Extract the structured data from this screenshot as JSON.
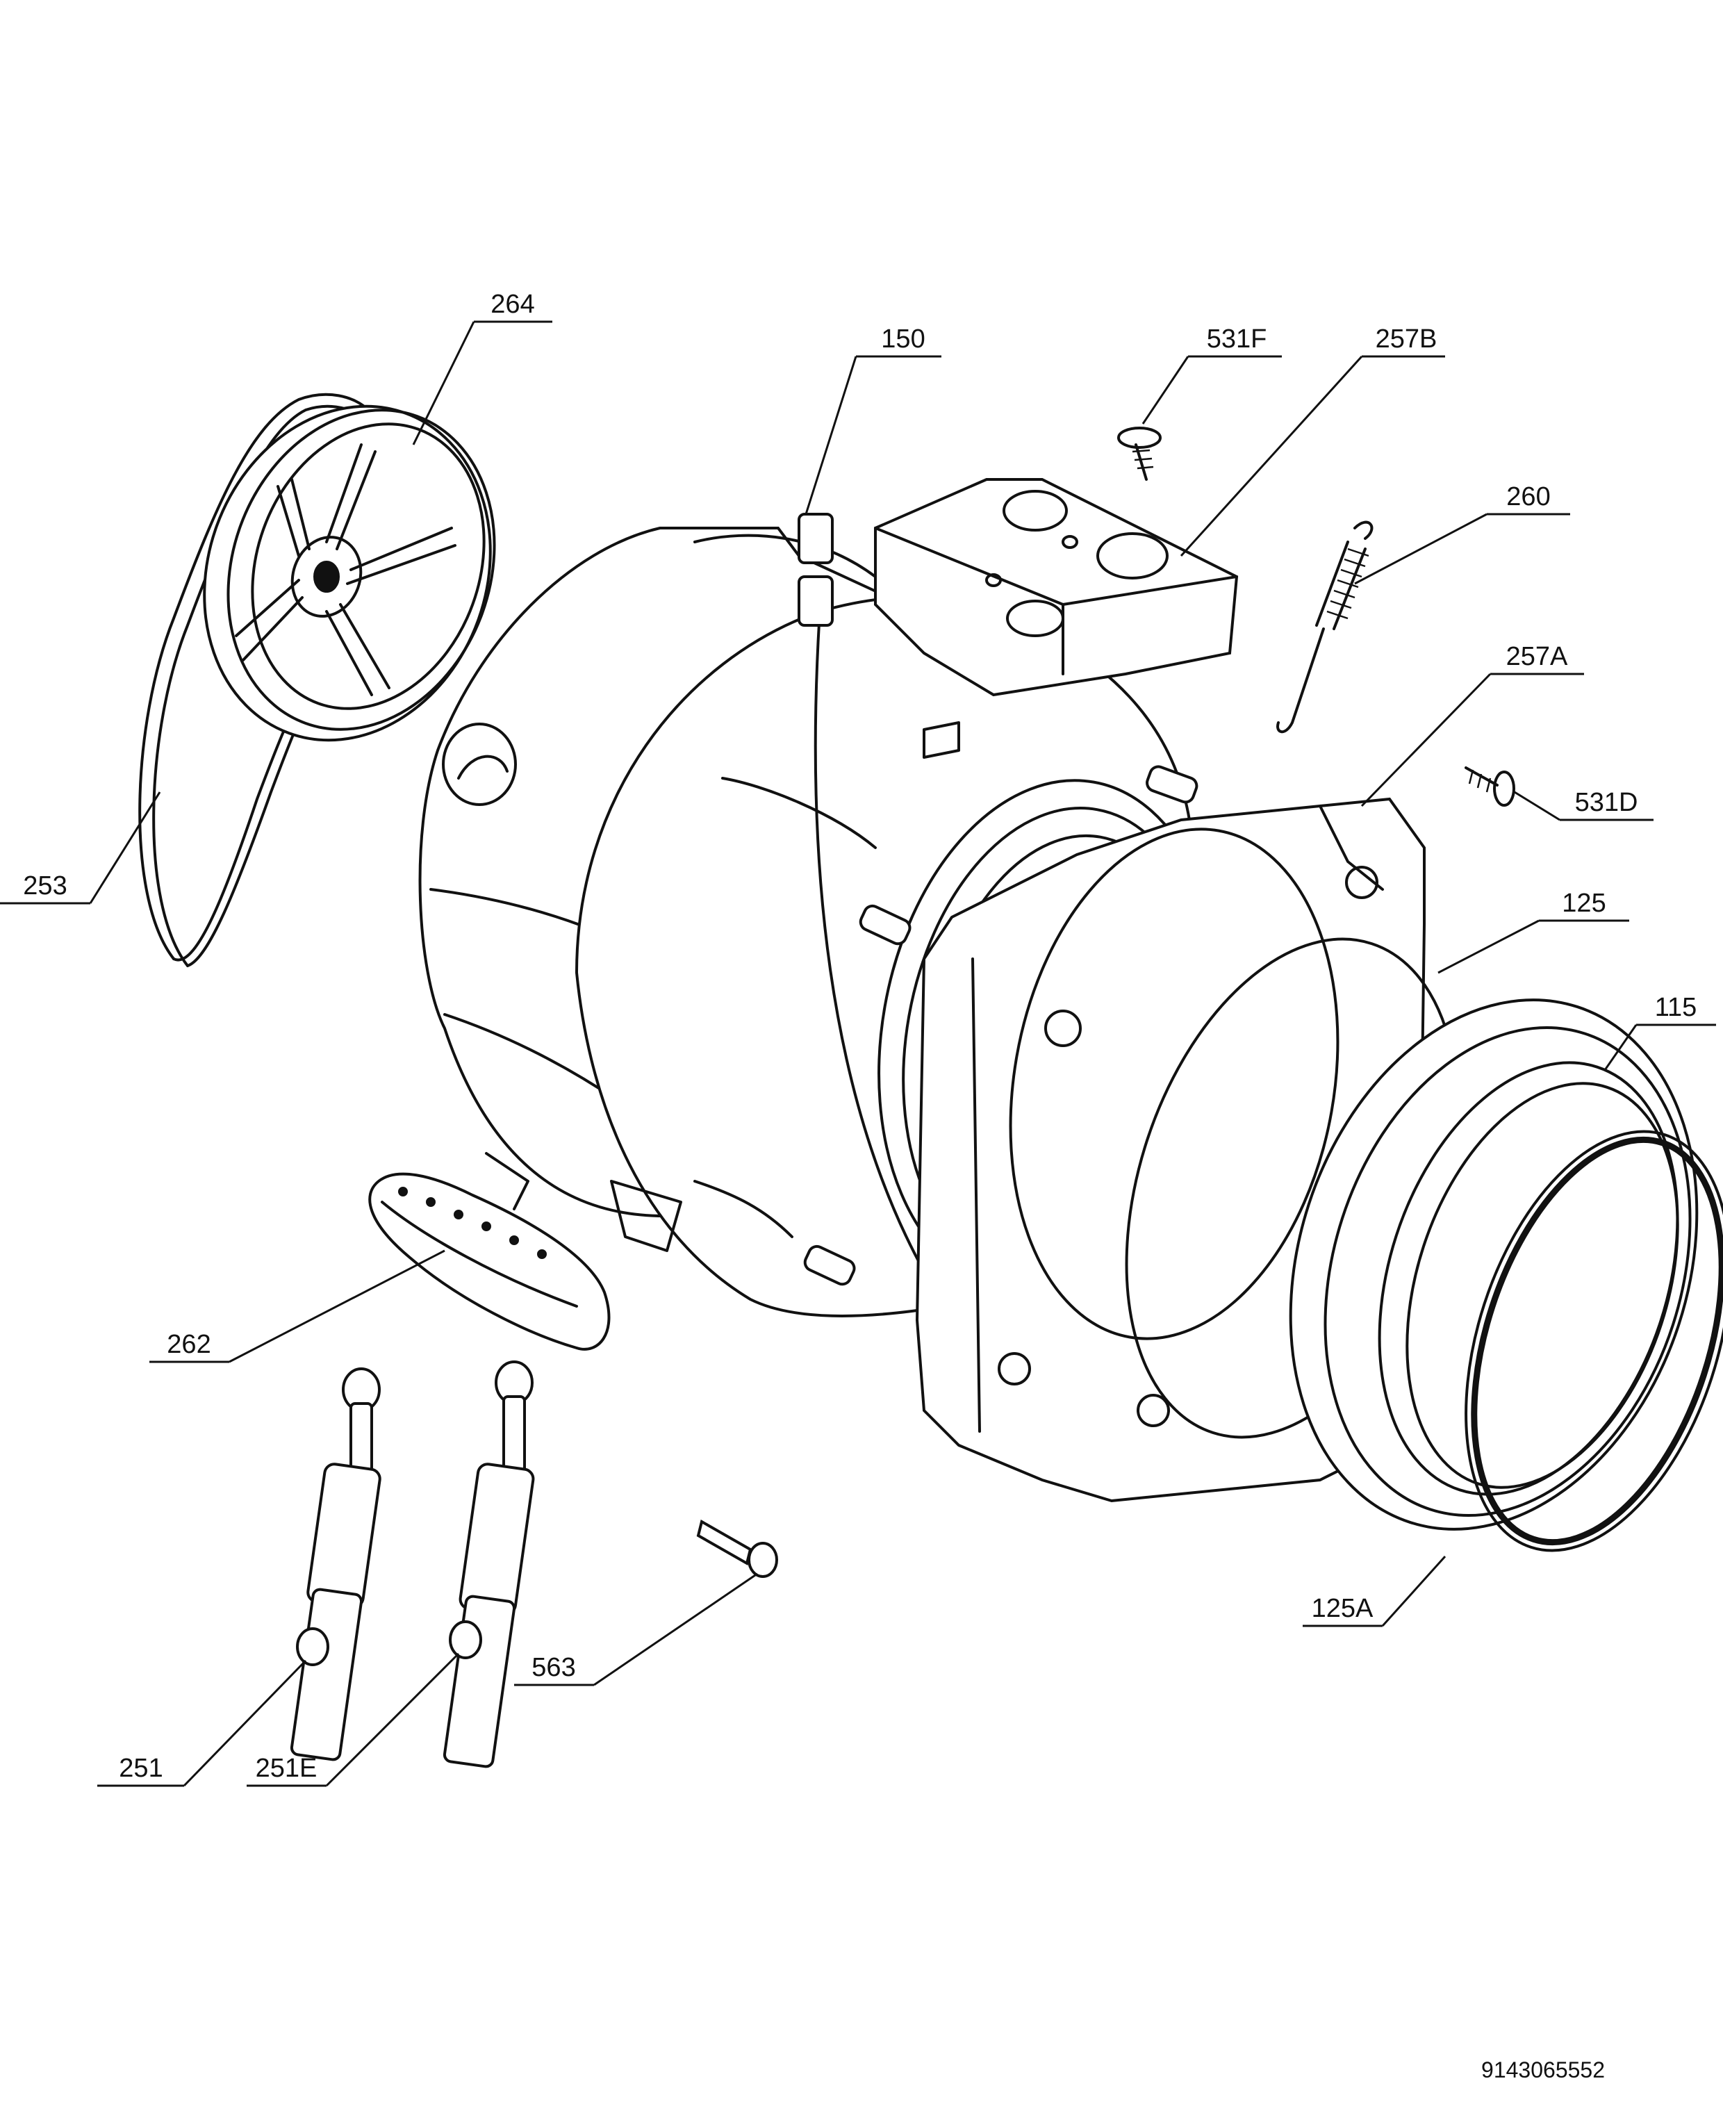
{
  "labels": {
    "p264": "264",
    "p150": "150",
    "p531F": "531F",
    "p257B": "257B",
    "p260": "260",
    "p257A": "257A",
    "p531D": "531D",
    "p125": "125",
    "p115": "115",
    "p253": "253",
    "p262": "262",
    "p125A": "125A",
    "p563": "563",
    "p251": "251",
    "p251E": "251E"
  },
  "document_number": "9143065552"
}
